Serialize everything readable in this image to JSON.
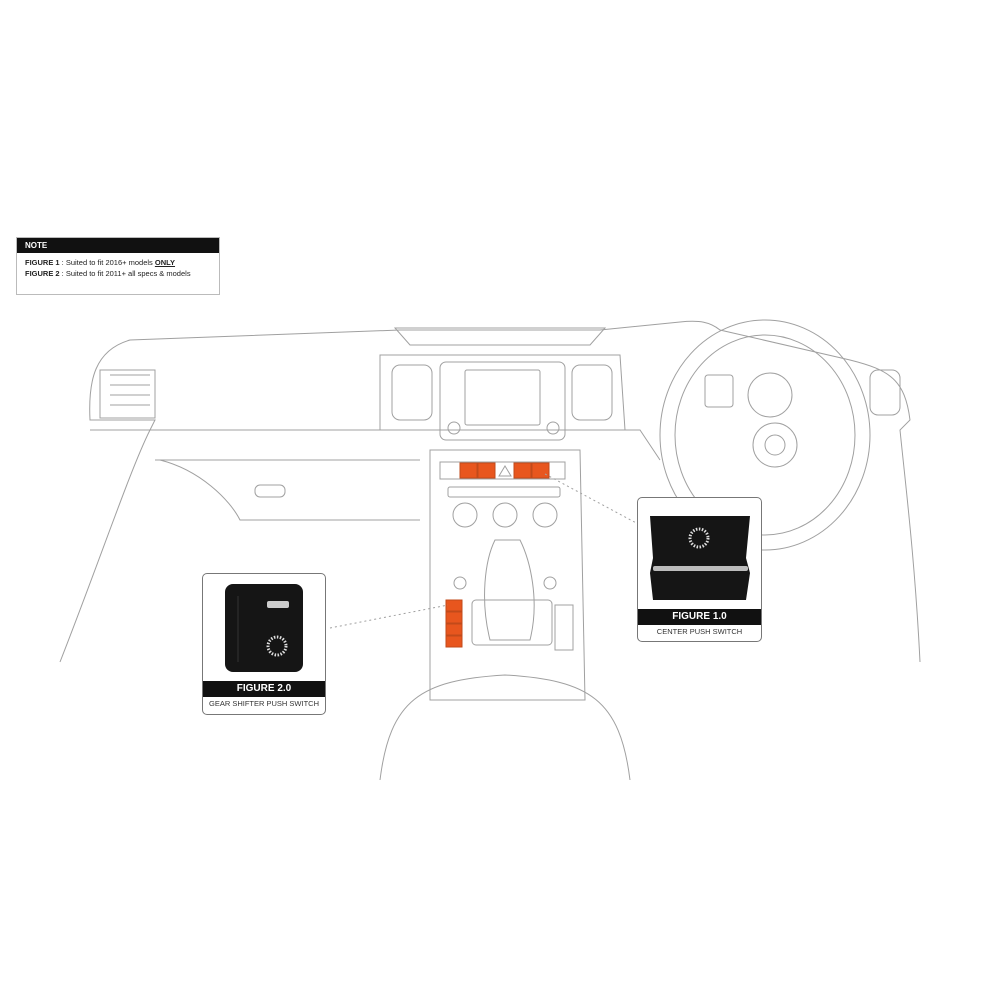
{
  "note": {
    "title": "NOTE",
    "lines": [
      {
        "label": "FIGURE 1",
        "text": " : Suited to fit 2016+ models ",
        "emphasis": "ONLY"
      },
      {
        "label": "FIGURE 2",
        "text": " : Suited to fit 2011+ all specs & models",
        "emphasis": ""
      }
    ]
  },
  "figure1": {
    "title": "FIGURE 1.0",
    "caption": "CENTER PUSH SWITCH"
  },
  "figure2": {
    "title": "FIGURE 2.0",
    "caption": "GEAR SHIFTER PUSH SWITCH"
  },
  "colors": {
    "accent": "#e8561e",
    "line": "#9a9a9a",
    "dark": "#111111"
  }
}
